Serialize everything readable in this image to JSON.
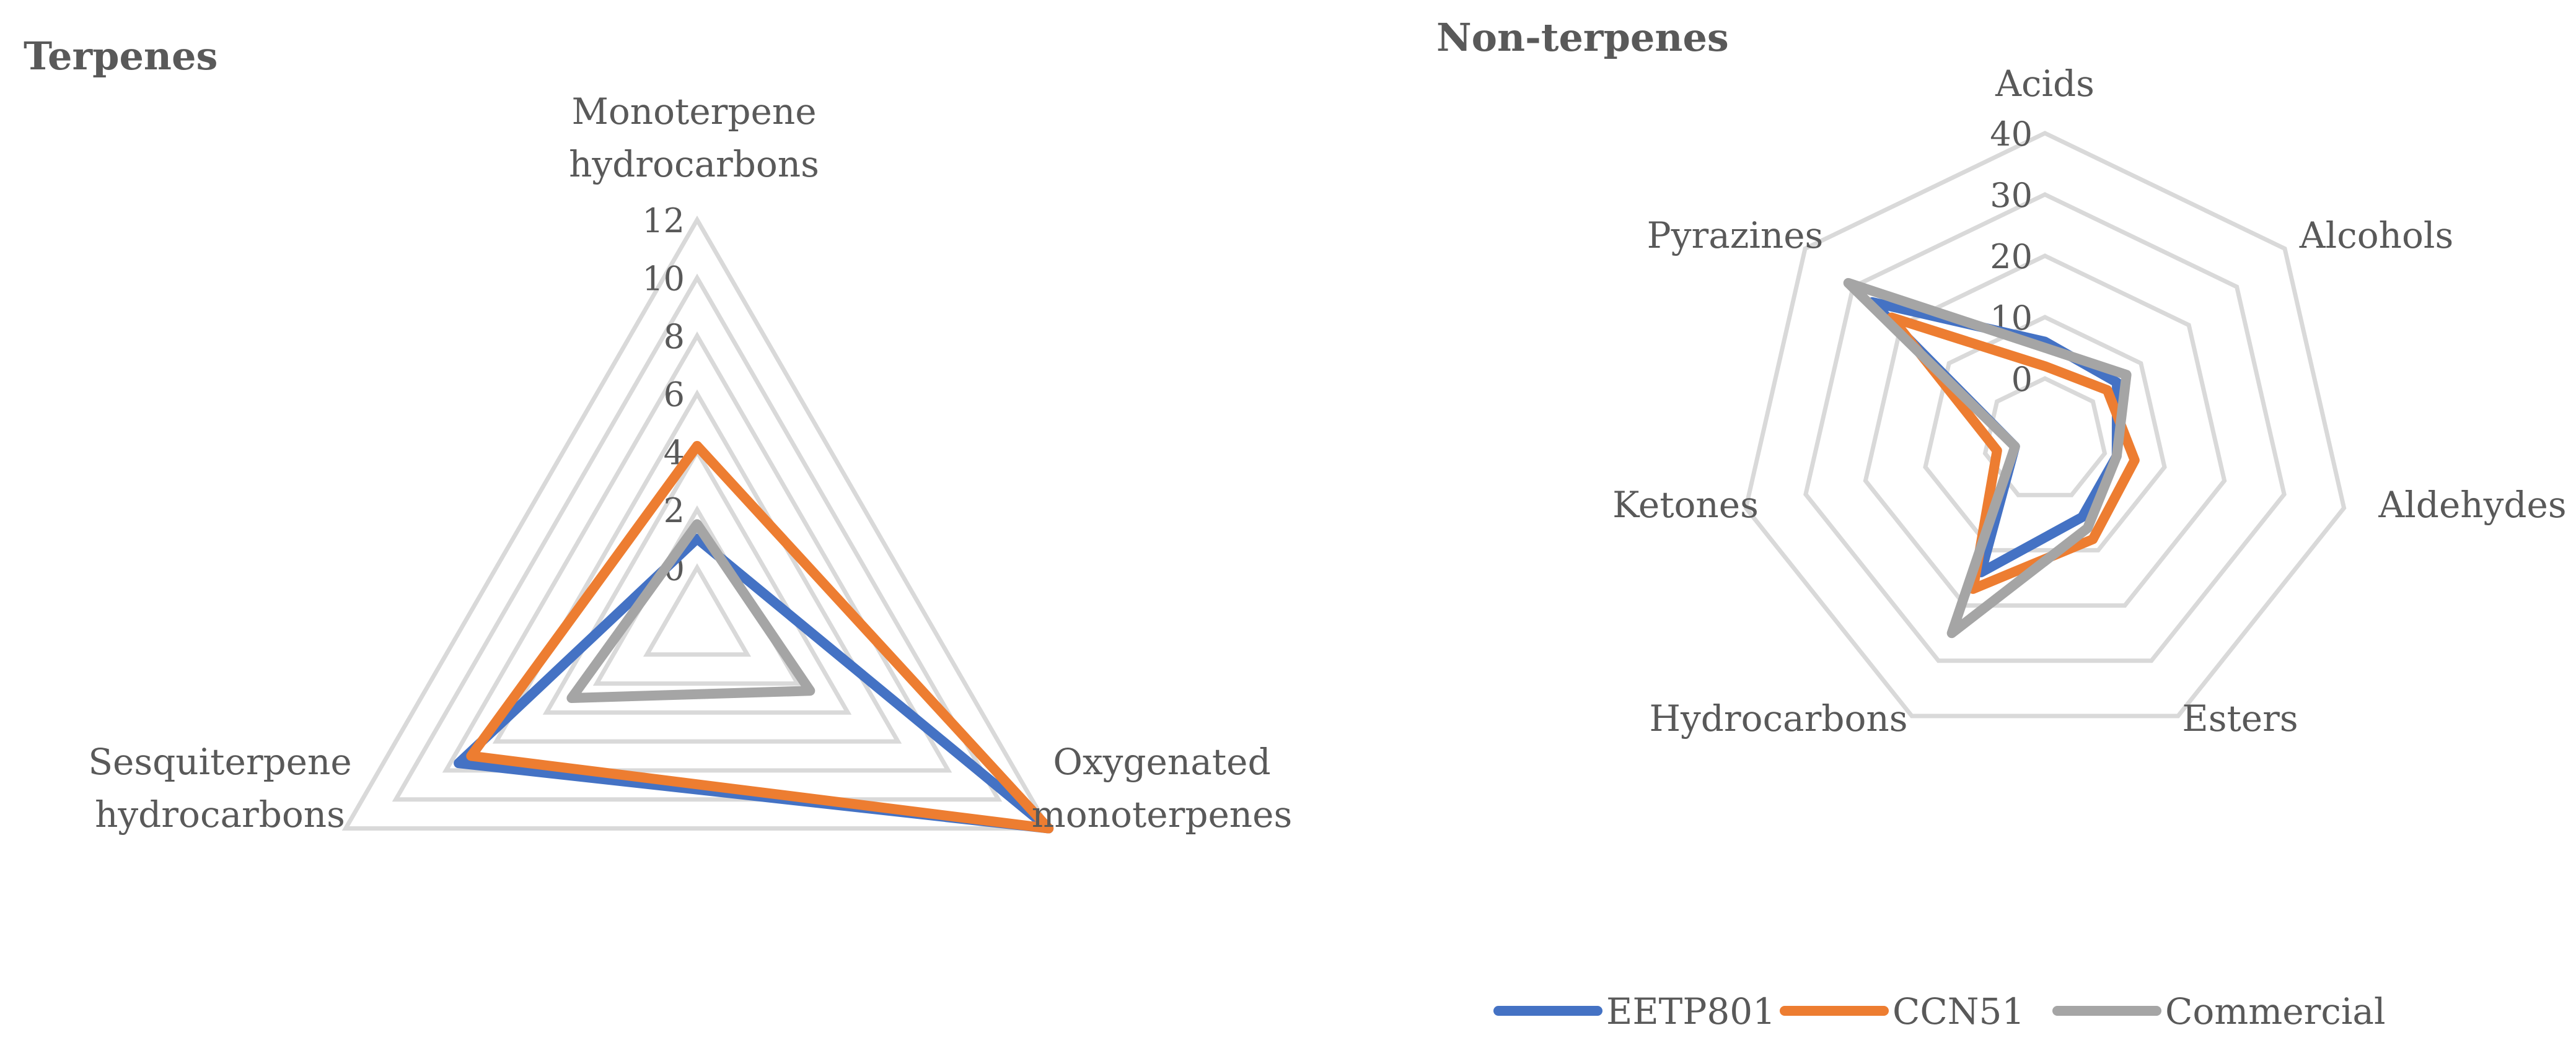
{
  "chart_data": [
    {
      "type": "radar",
      "title": "Terpenes",
      "categories": [
        [
          "Monoterpene",
          "hydrocarbons"
        ],
        [
          "Oxygenated",
          "monoterpenes"
        ],
        [
          "Sesquiterpene",
          "hydrocarbons"
        ]
      ],
      "ticks": [
        "0",
        "2",
        "4",
        "6",
        "8",
        "10",
        "12"
      ],
      "rmin": -2,
      "rmax": 12,
      "series": [
        {
          "name": "EETP801",
          "values": [
            1,
            12,
            7.5
          ]
        },
        {
          "name": "CCN51",
          "values": [
            4.2,
            12,
            7
          ]
        },
        {
          "name": "Commercial",
          "values": [
            1.5,
            2.5,
            3
          ]
        }
      ]
    },
    {
      "type": "radar",
      "title": "Non-terpenes",
      "categories": [
        [
          "Acids"
        ],
        [
          "Alcohols"
        ],
        [
          "Aldehydes"
        ],
        [
          "Esters"
        ],
        [
          "Hydrocarbons"
        ],
        [
          "Ketones"
        ],
        [
          "Pyrazines"
        ]
      ],
      "ticks": [
        "0",
        "10",
        "20",
        "30",
        "40"
      ],
      "rmin": -10,
      "rmax": 40,
      "series": [
        {
          "name": "EETP801",
          "values": [
            6,
            5,
            2,
            4,
            14,
            -5,
            26
          ]
        },
        {
          "name": "CCN51",
          "values": [
            2,
            3,
            5,
            8,
            17,
            -2,
            22
          ]
        },
        {
          "name": "Commercial",
          "values": [
            5,
            7,
            2,
            6,
            25,
            -5,
            31
          ]
        }
      ]
    }
  ],
  "legend": [
    {
      "label": "EETP801",
      "color": "#4472c4"
    },
    {
      "label": "CCN51",
      "color": "#ed7d31"
    },
    {
      "label": "Commercial",
      "color": "#a5a5a5"
    }
  ],
  "colors": {
    "grid": "#d9d9d9",
    "text": "#595959",
    "series": [
      "#4472c4",
      "#ed7d31",
      "#a5a5a5"
    ]
  }
}
